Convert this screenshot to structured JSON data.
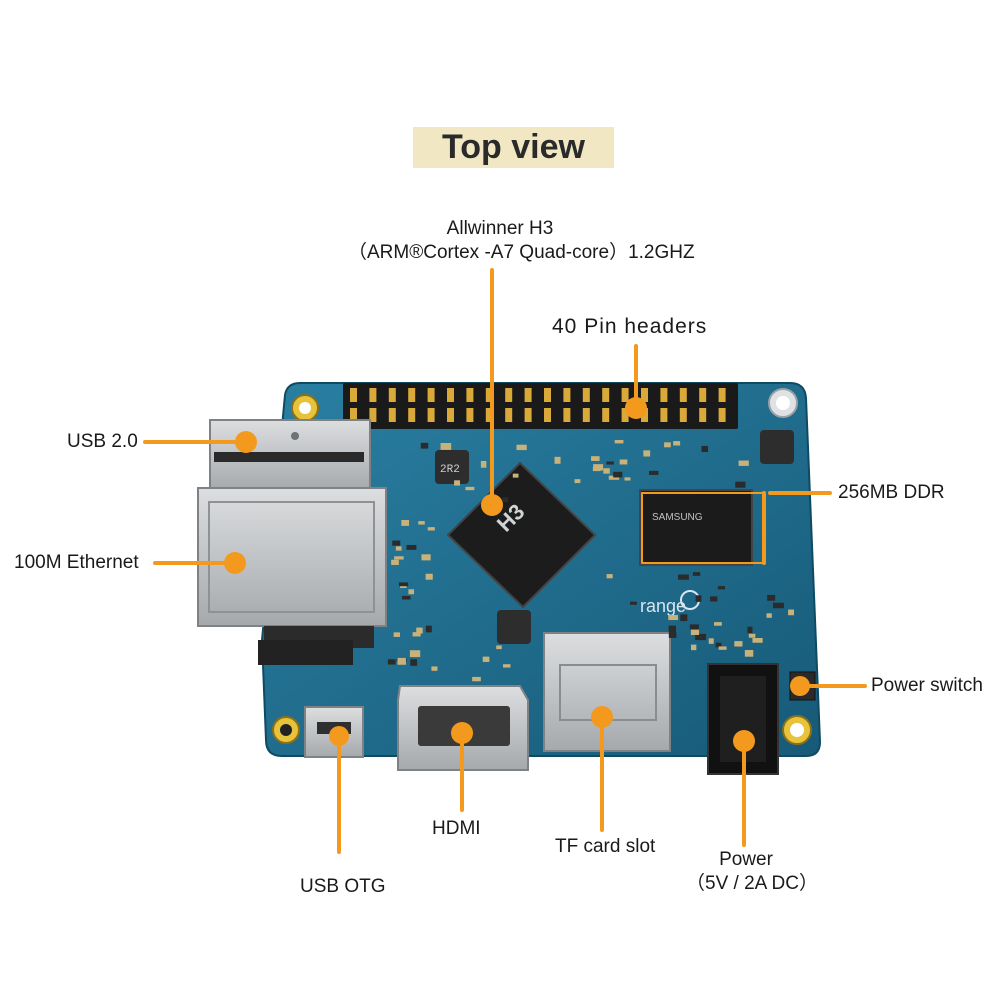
{
  "title": "Top view",
  "labels": {
    "soc_line1": "Allwinner H3",
    "soc_line2": "（ARM®Cortex   -A7 Quad-core）1.2GHZ",
    "pin_headers": "40 Pin headers",
    "usb2": "USB 2.0",
    "ethernet": "100M Ethernet",
    "ddr": "256MB DDR",
    "power_switch": "Power switch",
    "hdmi": "HDMI",
    "tf_card": "TF card slot",
    "usb_otg": "USB OTG",
    "power_line1": "Power",
    "power_line2": "（5V / 2A DC）"
  },
  "board_chip_text": {
    "soc_mark": "H3",
    "ram_mark": "SAMSUNG",
    "logo_text": "range",
    "inductor_mark": "2R2"
  },
  "colors": {
    "pcb": "#1d6d8e",
    "callout": "#f39a1e",
    "title_bg": "#f1e7c3",
    "chip": "#1c1c1c",
    "metal": "#c4c6c8"
  }
}
